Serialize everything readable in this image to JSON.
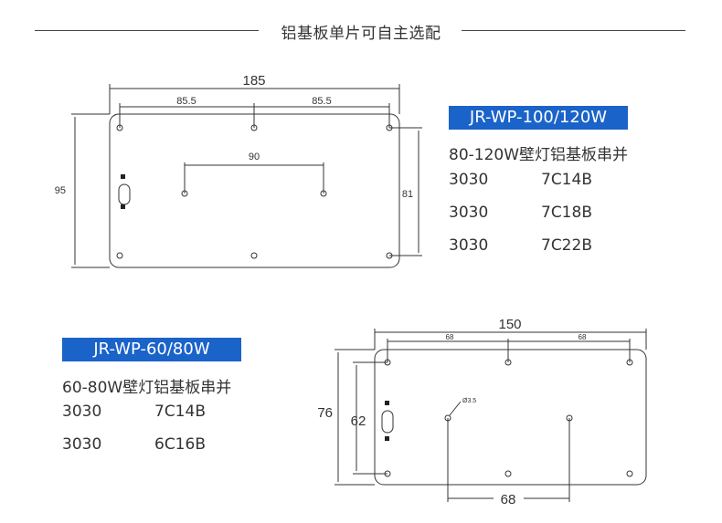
{
  "header": {
    "title": "铝基板单片可自主选配"
  },
  "board1": {
    "model": "JR-WP-100/120W",
    "spec": "80-120W壁灯铝基板串并",
    "rows": [
      {
        "led": "3030",
        "code": "7C14B"
      },
      {
        "led": "3030",
        "code": "7C18B"
      },
      {
        "led": "3030",
        "code": "7C22B"
      }
    ],
    "dims": {
      "width": "185",
      "half_left": "85.5",
      "half_right": "85.5",
      "inner": "90",
      "height": "95",
      "hole_span": "81"
    }
  },
  "board2": {
    "model": "JR-WP-60/80W",
    "spec": "60-80W壁灯铝基板串并",
    "rows": [
      {
        "led": "3030",
        "code": "7C14B"
      },
      {
        "led": "3030",
        "code": "6C16B"
      }
    ],
    "dims": {
      "width": "150",
      "half_left": "68",
      "half_right": "68",
      "hole": "Ø3.5",
      "height": "76",
      "hole_span": "62",
      "inner": "68"
    }
  },
  "colors": {
    "badge": "#1a63c9",
    "line": "#333333"
  }
}
